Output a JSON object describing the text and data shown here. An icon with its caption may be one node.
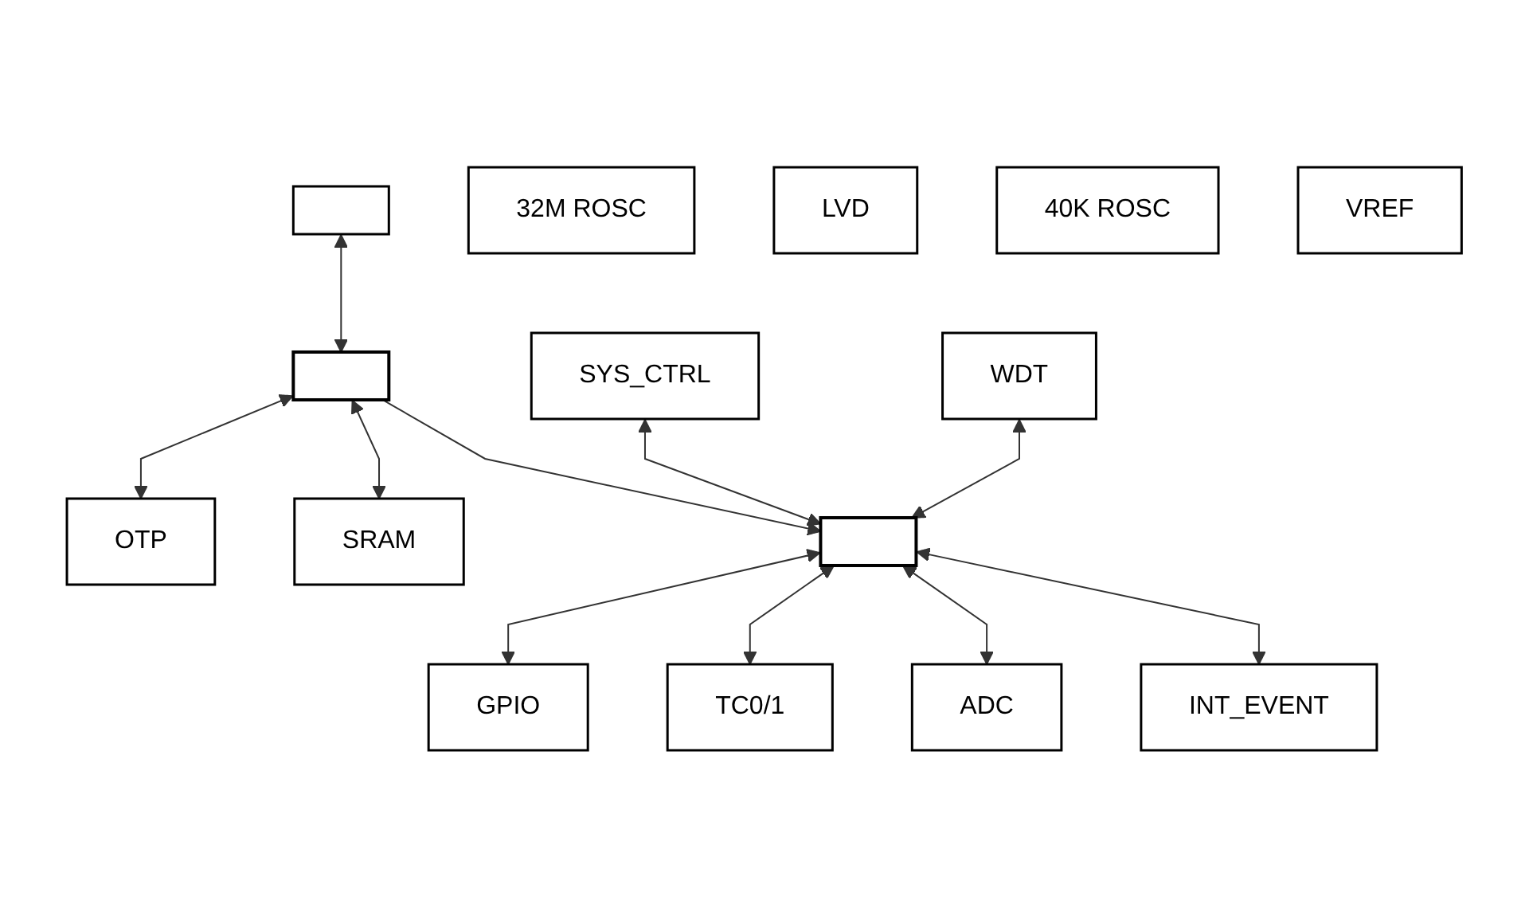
{
  "diagram": {
    "nodes": [
      {
        "text": [],
        "shape": "box"
      },
      {
        "text": [],
        "shape": "bar"
      },
      {
        "text": [
          "OTP"
        ]
      },
      {
        "text": [
          "32M ROSC"
        ]
      },
      {
        "text": [
          "LVD"
        ]
      },
      {
        "text": [
          "SRAM"
        ]
      },
      {
        "text": [
          "40K ROSC"
        ]
      },
      {
        "text": [
          "VREF"
        ]
      },
      {
        "text": [
          "SYS_CTRL"
        ]
      },
      {
        "text": [
          "WDT"
        ]
      },
      {
        "text": [],
        "shape": "bar"
      },
      {
        "text": [
          "GPIO"
        ]
      },
      {
        "text": [
          "TC0/1"
        ]
      },
      {
        "text": [
          "ADC"
        ]
      },
      {
        "text": [
          "INT_EVENT"
        ]
      }
    ],
    "edges": [
      {
        "from": 0,
        "to": 1,
        "arrow": "both"
      },
      {
        "from": 1,
        "to": 2,
        "arrow": "both"
      },
      {
        "from": 1,
        "to": 5,
        "arrow": "both"
      },
      {
        "from": 1,
        "to": 10,
        "arrow": "to"
      },
      {
        "from": 8,
        "to": 10,
        "arrow": "both"
      },
      {
        "from": 9,
        "to": 10,
        "arrow": "both"
      },
      {
        "from": 10,
        "to": 11,
        "arrow": "both"
      },
      {
        "from": 10,
        "to": 12,
        "arrow": "both"
      },
      {
        "from": 10,
        "to": 13,
        "arrow": "both"
      },
      {
        "from": 10,
        "to": 14,
        "arrow": "both"
      }
    ]
  }
}
